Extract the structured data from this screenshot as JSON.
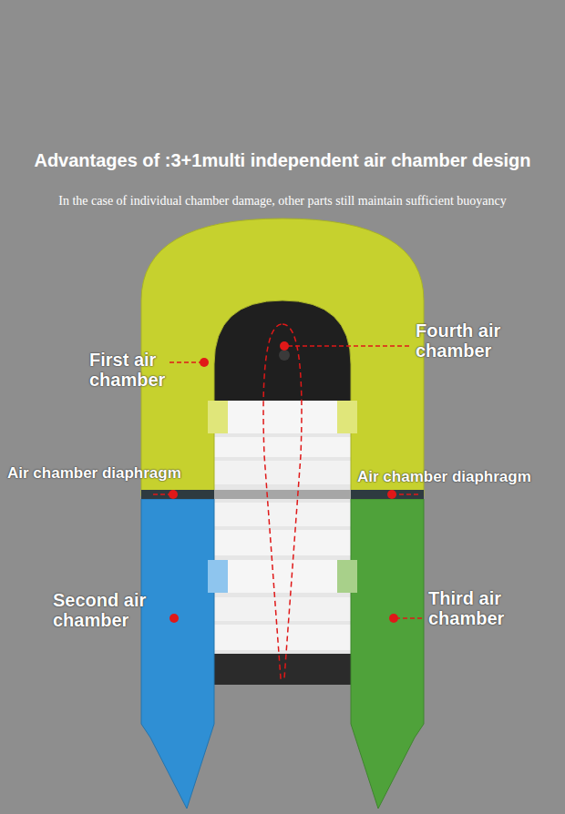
{
  "diagram": {
    "title": "Advantages of :3+1multi independent air chamber design",
    "caption": "In the case of individual chamber damage, other parts still maintain sufficient buoyancy",
    "labels": [
      "First air chamber",
      "Fourth air chamber",
      "Air chamber diaphragm",
      "Air chamber diaphragm",
      "Second air chamber",
      "Third air chamber"
    ]
  }
}
